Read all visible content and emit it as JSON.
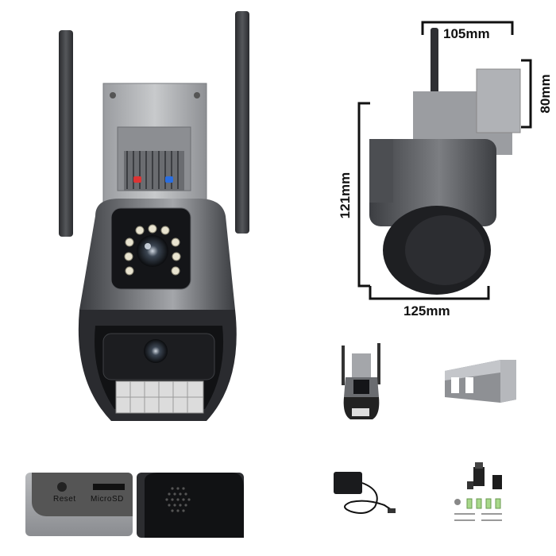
{
  "dimensions": {
    "width_label": "105mm",
    "height_bracket_label": "80mm",
    "height_label": "121mm",
    "depth_label": "125mm"
  },
  "ports": {
    "reset_label": "Reset",
    "microsd_label": "MicroSD"
  }
}
